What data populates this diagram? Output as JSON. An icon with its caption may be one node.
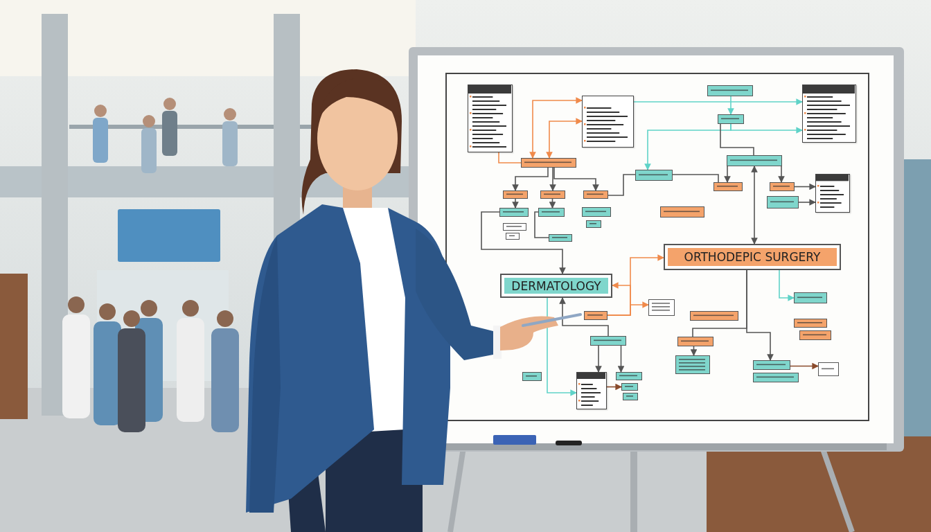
{
  "diagram": {
    "nodes": [
      {
        "text": [],
        "shape": "document"
      },
      {
        "text": [],
        "shape": "document"
      },
      {
        "text": [],
        "shape": "box"
      },
      {
        "text": [],
        "shape": "box"
      },
      {
        "text": [],
        "shape": "box"
      },
      {
        "text": [],
        "shape": "document"
      },
      {
        "text": [],
        "shape": "box"
      },
      {
        "text": [],
        "shape": "box"
      },
      {
        "text": [],
        "shape": "box"
      },
      {
        "text": [],
        "shape": "box"
      },
      {
        "text": [],
        "shape": "box"
      },
      {
        "text": [],
        "shape": "box"
      },
      {
        "text": [],
        "shape": "box"
      },
      {
        "text": [],
        "shape": "box"
      },
      {
        "text": [],
        "shape": "box"
      },
      {
        "text": [],
        "shape": "box"
      },
      {
        "text": [],
        "shape": "box"
      },
      {
        "text": [],
        "shape": "box"
      },
      {
        "text": [],
        "shape": "box"
      },
      {
        "text": [],
        "shape": "box"
      },
      {
        "text": [],
        "shape": "box"
      },
      {
        "text": [],
        "shape": "box"
      },
      {
        "text": [],
        "shape": "document"
      },
      {
        "text": [
          "DERMATOLOGY"
        ]
      },
      {
        "text": [
          "ORTHODEPIC SURGERY"
        ]
      },
      {
        "text": [],
        "shape": "box"
      },
      {
        "text": [],
        "shape": "box"
      },
      {
        "text": [],
        "shape": "box"
      },
      {
        "text": [],
        "shape": "box"
      },
      {
        "text": [],
        "shape": "box"
      },
      {
        "text": [],
        "shape": "box"
      },
      {
        "text": [],
        "shape": "box"
      },
      {
        "text": [],
        "shape": "box"
      },
      {
        "text": [],
        "shape": "box"
      },
      {
        "text": [],
        "shape": "box"
      },
      {
        "text": [],
        "shape": "document"
      },
      {
        "text": [],
        "shape": "box"
      },
      {
        "text": [],
        "shape": "box"
      },
      {
        "text": [],
        "shape": "box"
      },
      {
        "text": [],
        "shape": "box"
      },
      {
        "text": [],
        "shape": "box"
      },
      {
        "text": [],
        "shape": "box"
      }
    ],
    "edges": [
      {
        "from": 0,
        "to": 2,
        "arrow": "none",
        "color": "#f08a4b"
      },
      {
        "from": 2,
        "to": 1,
        "arrow": "both",
        "color": "#f08a4b"
      },
      {
        "from": 2,
        "to": 1,
        "arrow": "both",
        "color": "#f08a4b"
      },
      {
        "from": 1,
        "to": 5,
        "arrow": "to",
        "color": "#5fd3c8"
      },
      {
        "from": 3,
        "to": 4,
        "arrow": "to",
        "color": "#5fd3c8"
      },
      {
        "from": 4,
        "to": 5,
        "arrow": "to",
        "color": "#5fd3c8"
      },
      {
        "from": 4,
        "to": 17,
        "arrow": "to",
        "color": "#5fd3c8"
      },
      {
        "from": 4,
        "to": 6,
        "arrow": "none"
      },
      {
        "from": 2,
        "to": 7,
        "arrow": "to"
      },
      {
        "from": 2,
        "to": 8,
        "arrow": "to"
      },
      {
        "from": 2,
        "to": 9,
        "arrow": "to"
      },
      {
        "from": 7,
        "to": 10,
        "arrow": "to"
      },
      {
        "from": 8,
        "to": 11,
        "arrow": "to"
      },
      {
        "from": 9,
        "to": 17,
        "arrow": "none"
      },
      {
        "from": 10,
        "to": 23,
        "arrow": "to"
      },
      {
        "from": 11,
        "to": 16,
        "arrow": "none"
      },
      {
        "from": 6,
        "to": 24,
        "arrow": "both"
      },
      {
        "from": 6,
        "to": 18,
        "arrow": "to"
      },
      {
        "from": 6,
        "to": 20,
        "arrow": "to"
      },
      {
        "from": 17,
        "to": 18,
        "arrow": "none"
      },
      {
        "from": 20,
        "to": 22,
        "arrow": "to"
      },
      {
        "from": 21,
        "to": 22,
        "arrow": "to"
      },
      {
        "from": 25,
        "to": 23,
        "arrow": "to",
        "color": "#f08a4b"
      },
      {
        "from": 25,
        "to": 24,
        "arrow": "to",
        "color": "#f08a4b"
      },
      {
        "from": 25,
        "to": 26,
        "arrow": "to",
        "color": "#f08a4b"
      },
      {
        "from": 33,
        "to": 23,
        "arrow": "to"
      },
      {
        "from": 24,
        "to": 39,
        "arrow": "to"
      },
      {
        "from": 24,
        "to": 27,
        "arrow": "to",
        "color": "#5fd3c8"
      },
      {
        "from": 24,
        "to": 29,
        "arrow": "none"
      },
      {
        "from": 29,
        "to": 30,
        "arrow": "to"
      },
      {
        "from": 33,
        "to": 35,
        "arrow": "to"
      },
      {
        "from": 33,
        "to": 36,
        "arrow": "to"
      },
      {
        "from": 35,
        "to": 37,
        "arrow": "to",
        "color": "#8a4b2c"
      },
      {
        "from": 23,
        "to": 35,
        "arrow": "to",
        "color": "#5fd3c8"
      },
      {
        "from": 39,
        "to": 41,
        "arrow": "to",
        "color": "#8a4b2c"
      }
    ]
  }
}
